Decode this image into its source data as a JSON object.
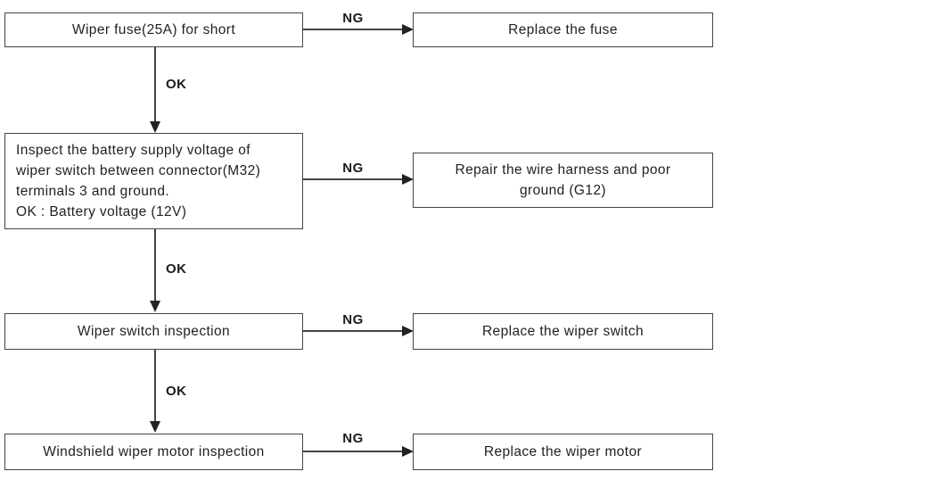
{
  "diagram_type": "troubleshooting-flowchart",
  "colors": {
    "background": "#ffffff",
    "box_border": "#444444",
    "line": "#444444",
    "arrowhead": "#222222",
    "text": "#1f1f1f"
  },
  "flowchart": {
    "rows": [
      {
        "step": {
          "text": "Wiper fuse(25A) for short"
        },
        "ng": "NG",
        "action": {
          "text": "Replace the fuse"
        }
      },
      {
        "step": {
          "lines": [
            "Inspect the battery supply voltage of",
            "wiper switch between connector(M32)",
            "terminals 3 and ground.",
            "OK : Battery voltage (12V)"
          ]
        },
        "ng": "NG",
        "action": {
          "lines": [
            "Repair the wire harness and poor",
            "ground (G12)"
          ]
        }
      },
      {
        "step": {
          "text": "Wiper switch inspection"
        },
        "ng": "NG",
        "action": {
          "text": "Replace the wiper switch"
        }
      },
      {
        "step": {
          "text": "Windshield wiper motor inspection"
        },
        "ng": "NG",
        "action": {
          "text": "Replace the wiper motor"
        }
      }
    ],
    "ok_connectors": [
      "OK",
      "OK",
      "OK"
    ]
  }
}
